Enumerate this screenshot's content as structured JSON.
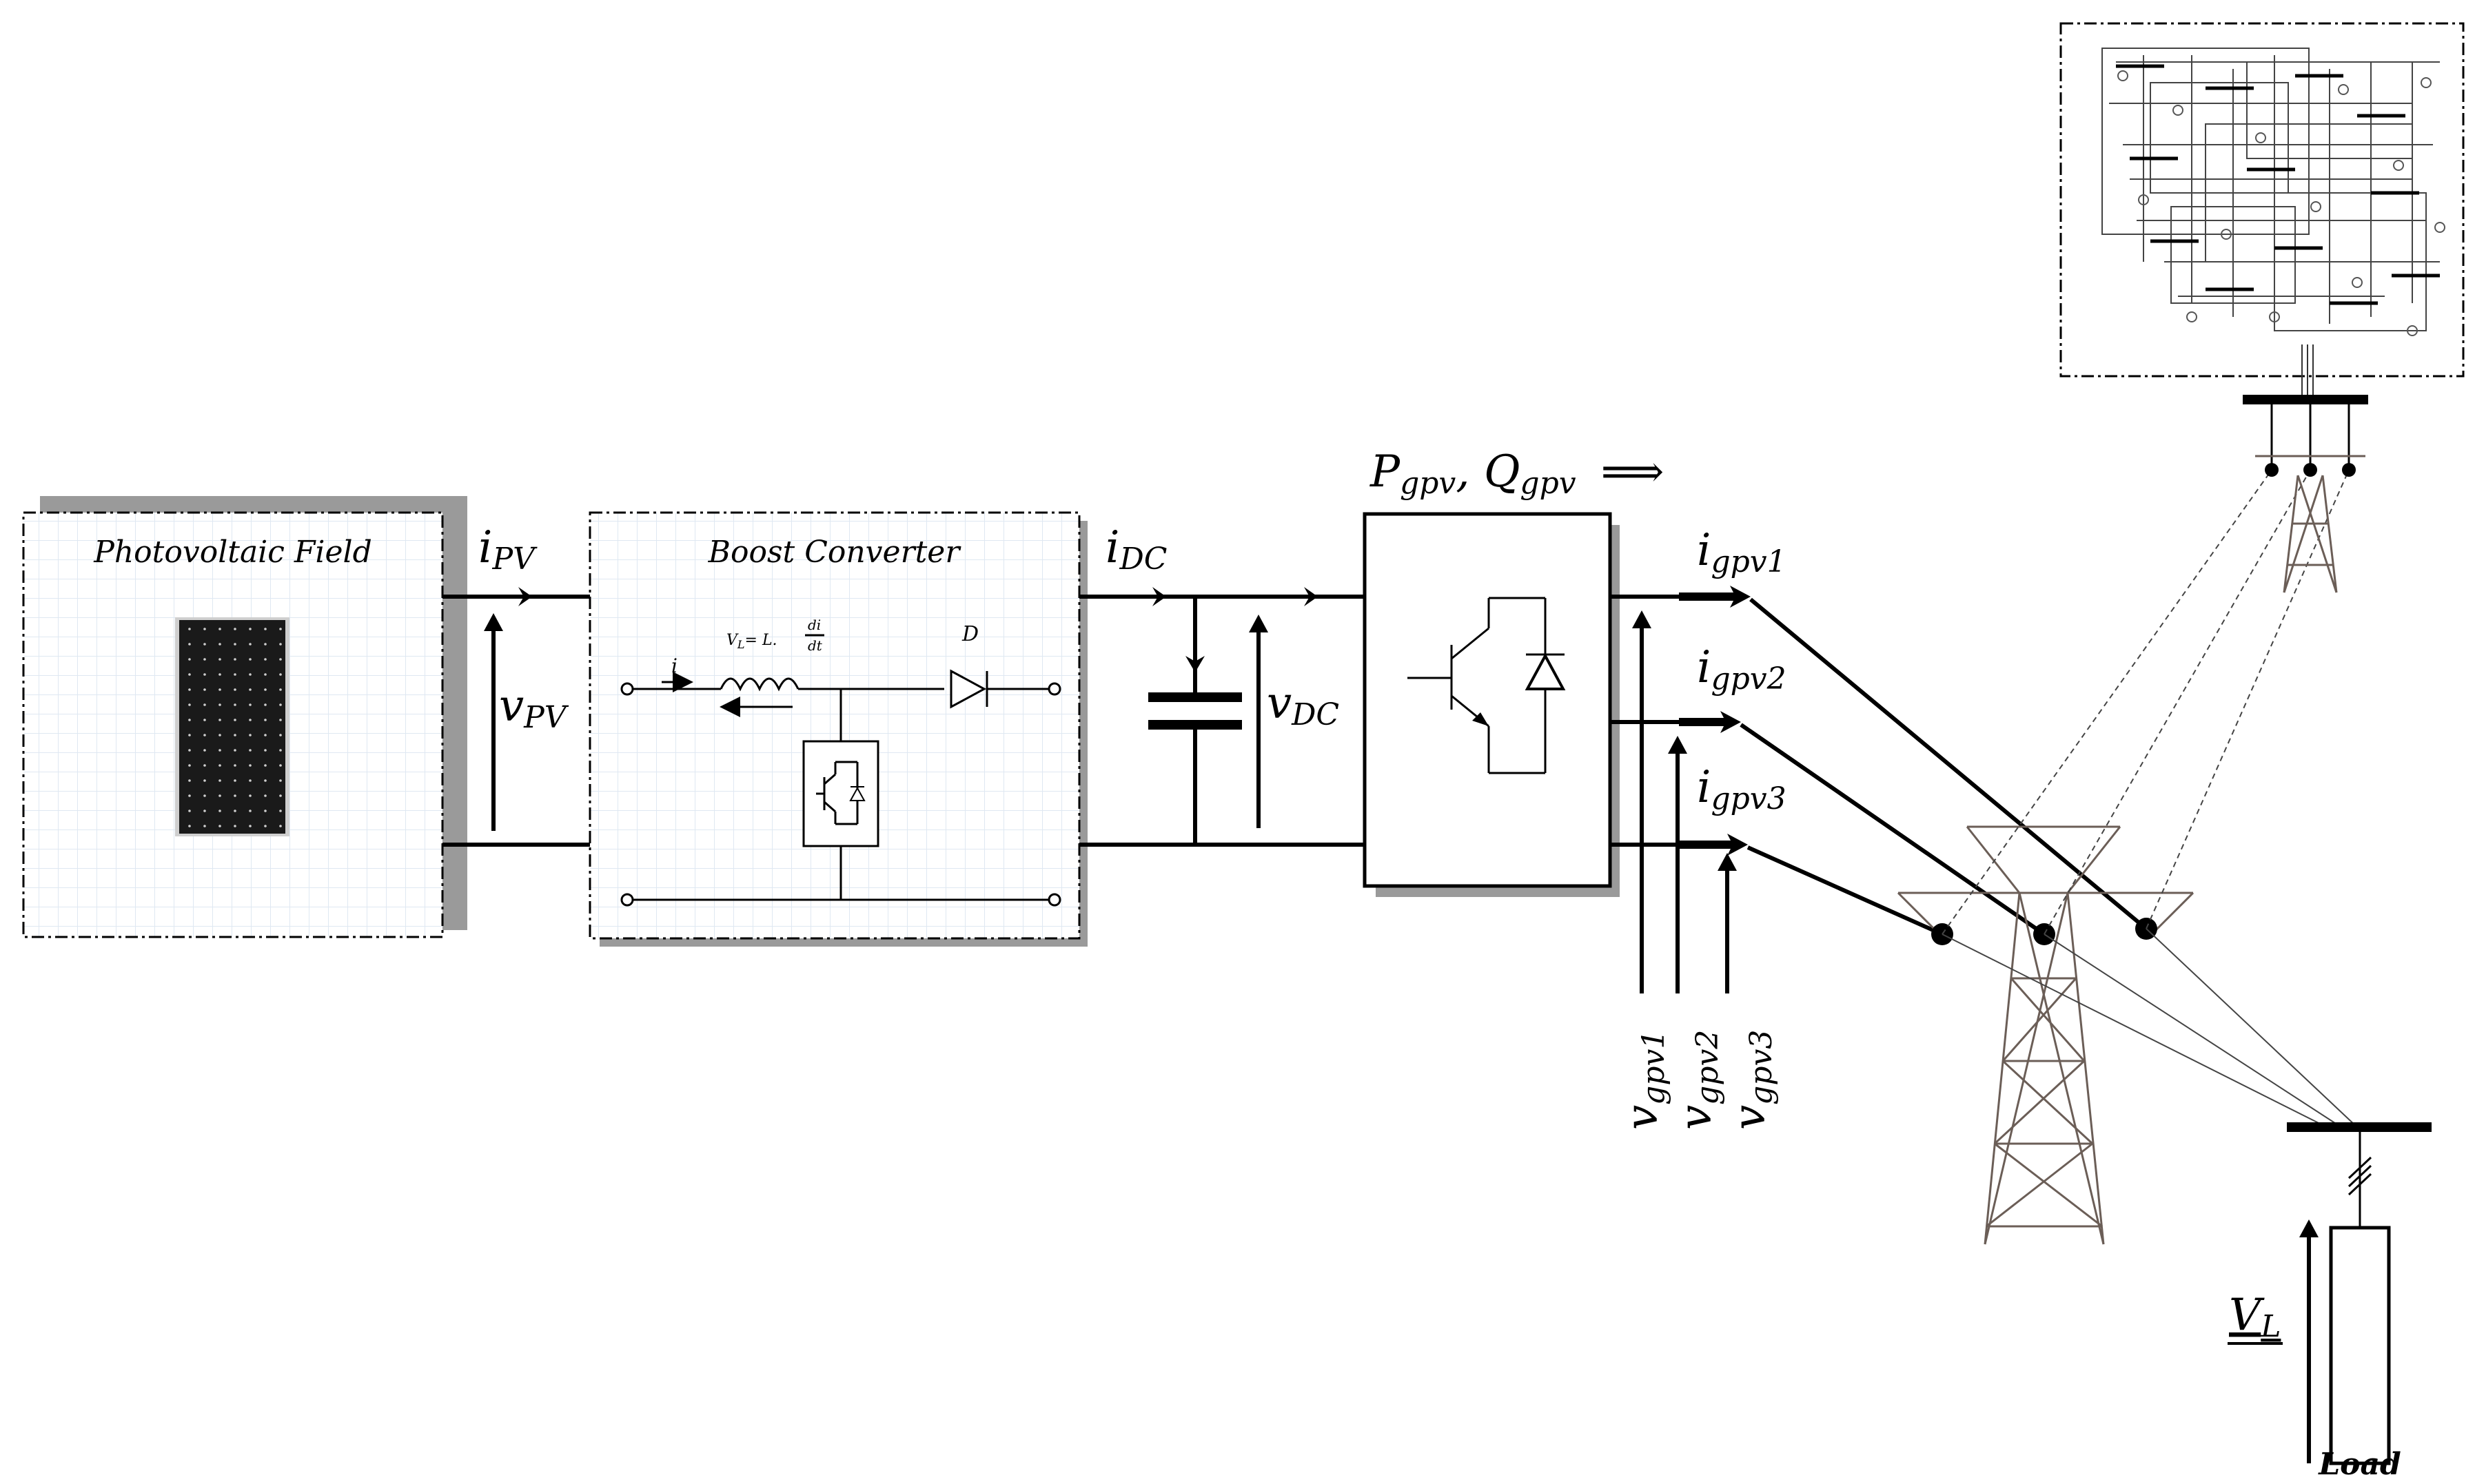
{
  "blocks": {
    "pv_field": {
      "title": "Photovoltaic Field"
    },
    "boost": {
      "title": "Boost Converter",
      "inductor_eq": "V",
      "inductor_eq_sub": "L",
      "inductor_eq_rhs": "= L.",
      "inductor_eq_num": "di",
      "inductor_eq_den": "dt",
      "current_label": "i",
      "diode_label": "D"
    }
  },
  "signals": {
    "i_pv": {
      "main": "i",
      "sub": "PV"
    },
    "v_pv": {
      "main": "v",
      "sub": "PV"
    },
    "i_dc": {
      "main": "i",
      "sub": "DC"
    },
    "v_dc": {
      "main": "v",
      "sub": "DC"
    },
    "power": {
      "p": "P",
      "p_sub": "gpv",
      "sep": ", ",
      "q": "Q",
      "q_sub": "gpv",
      "arrow": "⟹"
    },
    "i_gpv1": {
      "main": "i",
      "sub": "gpv1"
    },
    "i_gpv2": {
      "main": "i",
      "sub": "gpv2"
    },
    "i_gpv3": {
      "main": "i",
      "sub": "gpv3"
    },
    "v_gpv1": {
      "main": "v",
      "sub": "gpv1"
    },
    "v_gpv2": {
      "main": "v",
      "sub": "gpv2"
    },
    "v_gpv3": {
      "main": "v",
      "sub": "gpv3"
    },
    "v_l": {
      "main": "V",
      "sub": "L"
    }
  },
  "load": {
    "label": "Load"
  },
  "colors": {
    "ink": "#000000",
    "grid": "#dfe8f2",
    "shadow": "#9a9a9a",
    "tower": "#6b5e57",
    "panel": "#1a1a1a"
  }
}
